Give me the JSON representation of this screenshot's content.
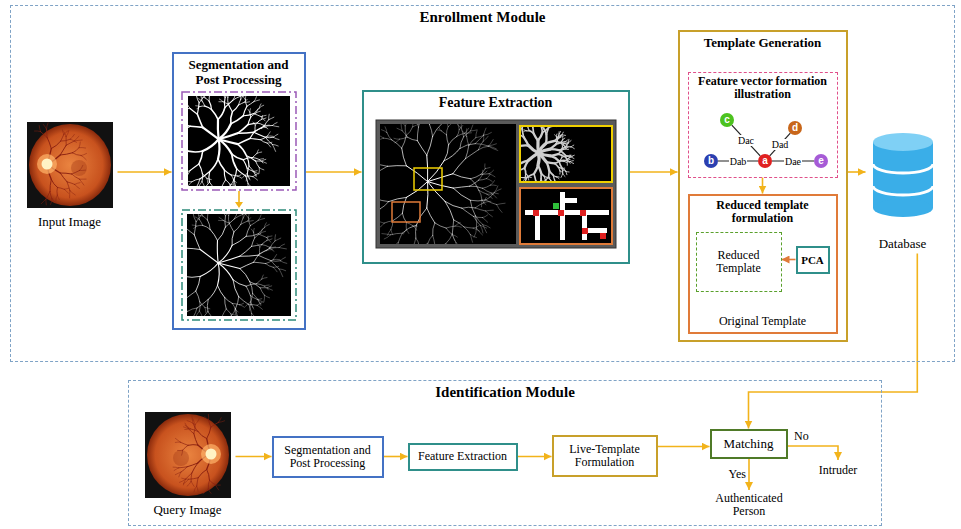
{
  "diagram": {
    "nodes": [
      {
        "text": [
          "Enrollment Module"
        ]
      },
      {
        "text": [
          "Input Image"
        ],
        "in": 0
      },
      {
        "text": [
          "Segmentation and Post Processing"
        ],
        "in": 0
      },
      {
        "text": [
          "Feature Extraction"
        ],
        "in": 0
      },
      {
        "text": [
          "Template Generation"
        ],
        "in": 0
      },
      {
        "text": [
          "Feature vector formation illustration"
        ],
        "in": 4
      },
      {
        "text": [
          "c"
        ],
        "in": 5
      },
      {
        "text": [
          "d"
        ],
        "in": 5
      },
      {
        "text": [
          "b"
        ],
        "in": 5
      },
      {
        "text": [
          "a"
        ],
        "in": 5
      },
      {
        "text": [
          "e"
        ],
        "in": 5
      },
      {
        "text": [
          "Reduced template formulation",
          "Original Template"
        ],
        "in": 4
      },
      {
        "text": [
          "Reduced Template"
        ],
        "in": 11
      },
      {
        "text": [
          "PCA"
        ],
        "in": 11
      },
      {
        "text": [
          "Database"
        ],
        "in": 0
      },
      {
        "text": [
          "Identification Module"
        ]
      },
      {
        "text": [
          "Query Image"
        ],
        "in": 15
      },
      {
        "text": [
          "Segmentation and Post Processing"
        ],
        "in": 15
      },
      {
        "text": [
          "Feature Extraction"
        ],
        "in": 15
      },
      {
        "text": [
          "Live-Template Formulation"
        ],
        "in": 15
      },
      {
        "text": [
          "Matching"
        ],
        "in": 15
      }
    ],
    "edges": [
      {
        "from": 1,
        "to": 2,
        "arrow": "to"
      },
      {
        "from": 2,
        "to": 3,
        "arrow": "to"
      },
      {
        "from": 3,
        "to": 4,
        "arrow": "to"
      },
      {
        "from": 9,
        "to": 8,
        "label": "Dab",
        "arrow": "none"
      },
      {
        "from": 9,
        "to": 6,
        "label": "Dac",
        "arrow": "none"
      },
      {
        "from": 9,
        "to": 7,
        "label": "Dad",
        "arrow": "none"
      },
      {
        "from": 9,
        "to": 10,
        "label": "Dae",
        "arrow": "none"
      },
      {
        "from": 5,
        "to": 11,
        "arrow": "to"
      },
      {
        "from": 13,
        "to": 12,
        "arrow": "to"
      },
      {
        "from": 4,
        "to": 14,
        "arrow": "to"
      },
      {
        "from": 14,
        "to": 20,
        "arrow": "to"
      },
      {
        "from": 16,
        "to": 17,
        "arrow": "to"
      },
      {
        "from": 17,
        "to": 18,
        "arrow": "to"
      },
      {
        "from": 18,
        "to": 19,
        "arrow": "to"
      },
      {
        "from": 19,
        "to": 20,
        "arrow": "to"
      }
    ],
    "labels": [
      "No",
      "Intruder",
      "Yes",
      "Authenticated Person"
    ]
  }
}
